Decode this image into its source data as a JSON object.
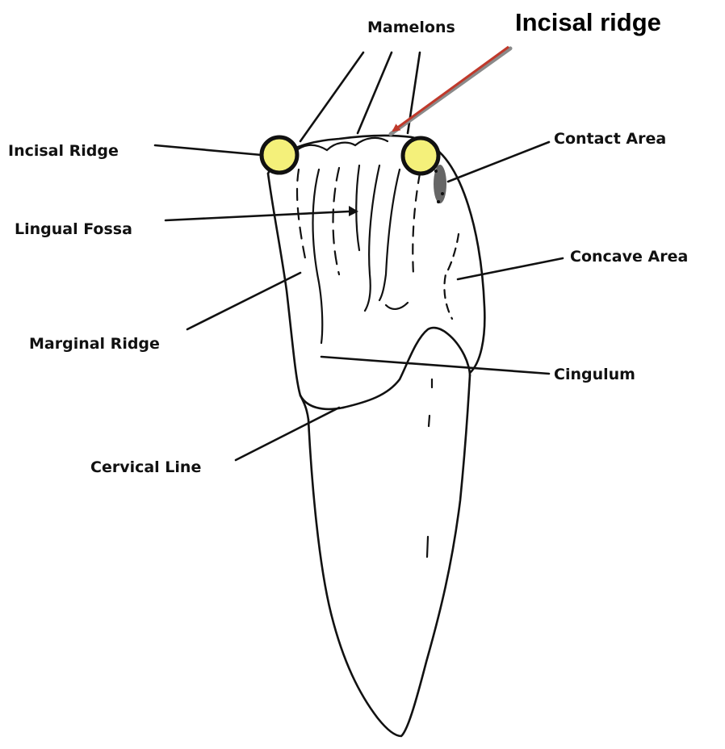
{
  "labels": {
    "mamelons": "Mamelons",
    "incisal_ridge_callout": "Incisal ridge",
    "incisal_ridge_left": "Incisal Ridge",
    "contact_area": "Contact Area",
    "lingual_fossa": "Lingual Fossa",
    "concave_area": "Concave Area",
    "marginal_ridge": "Marginal Ridge",
    "cingulum": "Cingulum",
    "cervical_line": "Cervical Line"
  },
  "colors": {
    "highlight_fill": "#f4f07a",
    "highlight_stroke": "#111111",
    "arrow": "#c0392b",
    "ink": "#111111"
  }
}
